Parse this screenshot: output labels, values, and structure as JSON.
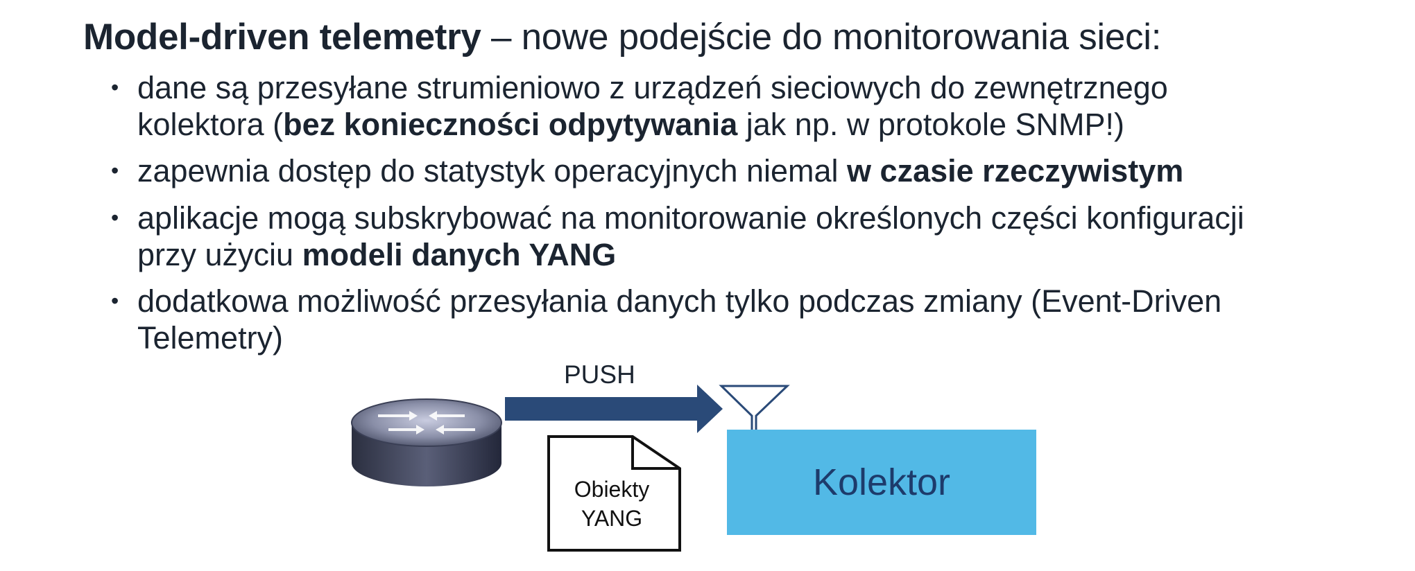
{
  "title": {
    "bold": "Model-driven telemetry",
    "rest": " – nowe podejście do monitorowania sieci:"
  },
  "bullets": [
    {
      "lines": [
        [
          {
            "t": "dane są przesyłane strumieniowo z urządzeń sieciowych do zewnętrznego"
          }
        ],
        [
          {
            "t": "kolektora ("
          },
          {
            "t": "bez konieczności odpytywania",
            "b": true
          },
          {
            "t": " jak np. w protokole SNMP!)"
          }
        ]
      ]
    },
    {
      "lines": [
        [
          {
            "t": "zapewnia dostęp do statystyk operacyjnych niemal "
          },
          {
            "t": "w czasie rzeczywistym",
            "b": true
          }
        ]
      ]
    },
    {
      "lines": [
        [
          {
            "t": "aplikacje mogą subskrybować na monitorowanie określonych części konfiguracji"
          }
        ],
        [
          {
            "t": "przy użyciu "
          },
          {
            "t": "modeli danych YANG",
            "b": true
          }
        ]
      ]
    },
    {
      "lines": [
        [
          {
            "t": "dodatkowa możliwość przesyłania danych tylko podczas zmiany (Event-Driven"
          }
        ],
        [
          {
            "t": "Telemetry)"
          }
        ]
      ]
    }
  ],
  "diagram": {
    "push_label": "PUSH",
    "document_label_line1": "Obiekty",
    "document_label_line2": "YANG",
    "collector_label": "Kolektor",
    "colors": {
      "arrow": "#2a4a78",
      "collector_fill": "#52b9e6",
      "collector_text": "#1d3b6b",
      "router_body": "#3a3f55",
      "router_top": "#8a8fa8"
    },
    "icons": [
      "router-icon",
      "filter-funnel-icon",
      "document-icon",
      "push-arrow-icon"
    ]
  }
}
